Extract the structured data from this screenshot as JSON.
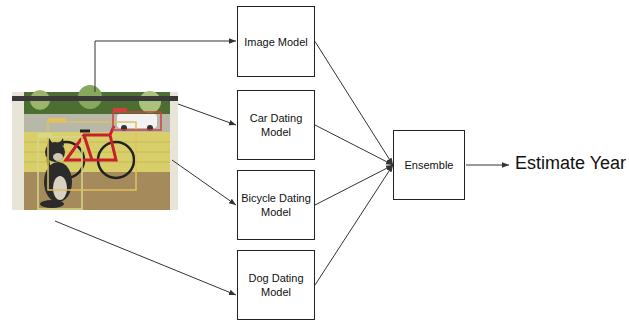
{
  "diagram": {
    "nodes": [
      {
        "text": [
          "Image Model"
        ]
      },
      {
        "text": [
          "Car Dating Model"
        ]
      },
      {
        "text": [
          "Bicycle Dating Model"
        ]
      },
      {
        "text": [
          "Dog Dating Model"
        ]
      },
      {
        "text": [
          "Ensemble"
        ]
      }
    ],
    "edges": [
      {
        "from": 0,
        "to": 4,
        "arrow": "to"
      },
      {
        "from": 1,
        "to": 4,
        "arrow": "to"
      },
      {
        "from": 2,
        "to": 4,
        "arrow": "to"
      },
      {
        "from": 3,
        "to": 4,
        "arrow": "to"
      }
    ],
    "labels": [
      "Estimate Year"
    ]
  }
}
